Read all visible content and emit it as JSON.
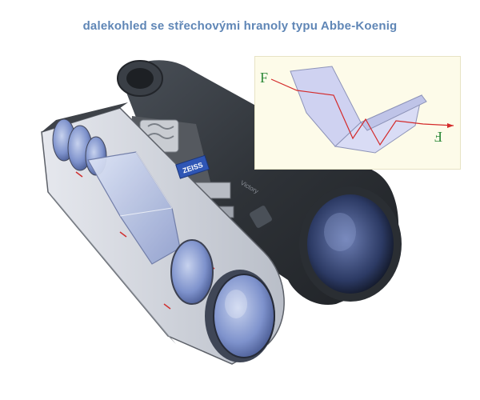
{
  "title": "dalekohled se střechovými hranoly typu Abbe-Koenig",
  "binocular": {
    "brand_plate": "ZEISS",
    "model_text": "Victory"
  },
  "inset": {
    "input_glyph": "F",
    "output_glyph": "F"
  },
  "colors": {
    "title": "#5f86b6",
    "inset_background": "#fdfbe9",
    "ray": "#d42a2a",
    "prism": "#c9cdf0",
    "body_dark": "#2f3338",
    "lens_blue": "#6f86c4",
    "brand_plate": "#2f56b5"
  }
}
